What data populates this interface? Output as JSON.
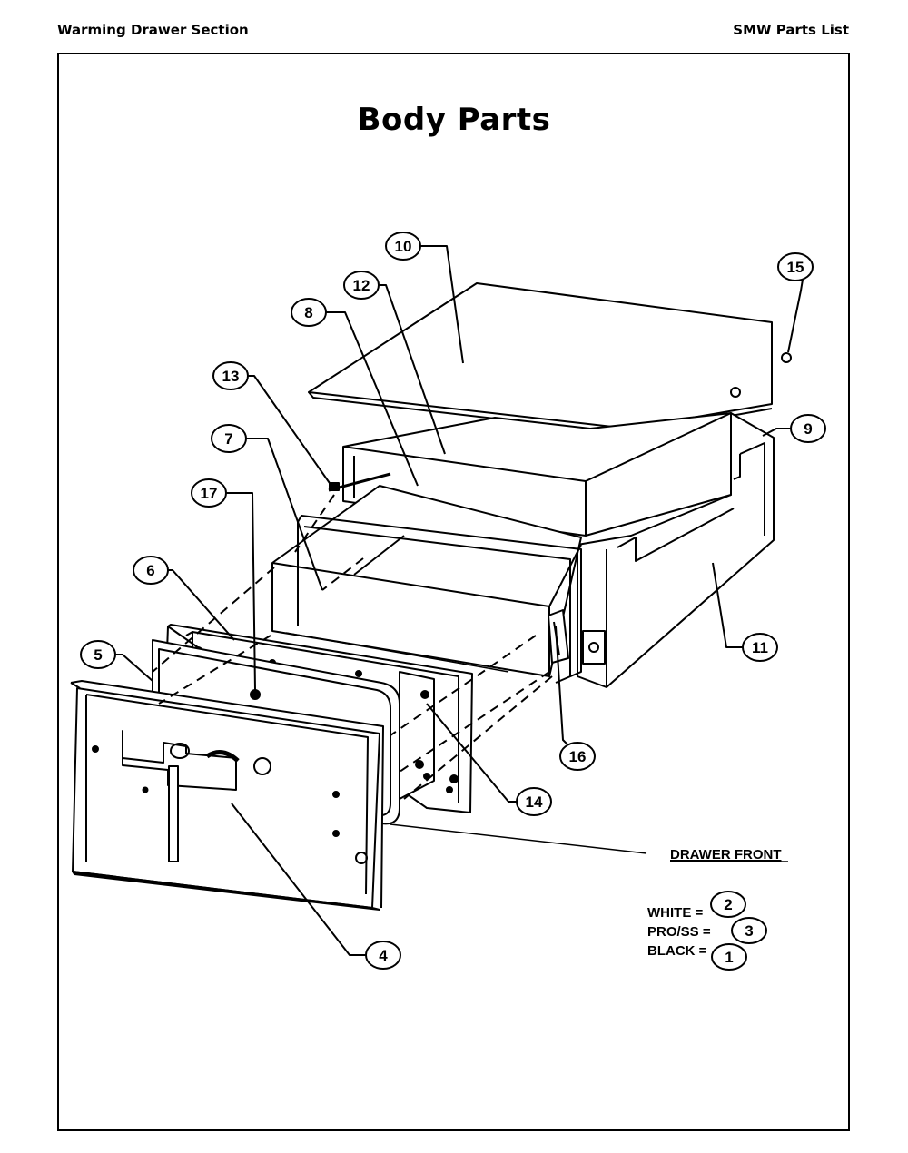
{
  "header": {
    "section": "Warming Drawer Section",
    "list": "SMW Parts List"
  },
  "title": "Body Parts",
  "callouts": [
    "10",
    "12",
    "8",
    "15",
    "13",
    "9",
    "7",
    "17",
    "6",
    "11",
    "5",
    "16",
    "14",
    "4"
  ],
  "drawer_front_label": "DRAWER FRONT",
  "legend": {
    "white_label": "WHITE =",
    "white_num": "2",
    "pross_label": "PRO/SS =",
    "pross_num": "3",
    "black_label": "BLACK =",
    "black_num": "1"
  }
}
